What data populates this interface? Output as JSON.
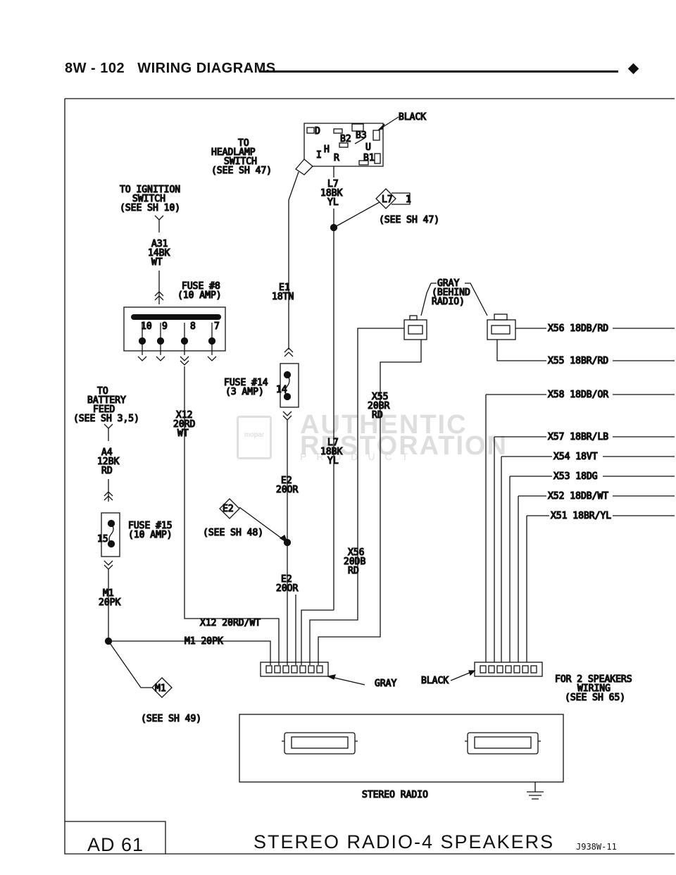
{
  "header": {
    "page": "8W - 102",
    "title": "WIRING DIAGRAMS"
  },
  "labels": {
    "to_headlamp": [
      "TO",
      "HEADLAMP",
      "SWITCH",
      "(SEE SH 47)"
    ],
    "to_ignition": [
      "TO IGNITION",
      "SWITCH",
      "(SEE SH 10)"
    ],
    "to_battery": [
      "TO",
      "BATTERY",
      "FEED",
      "(SEE SH 3,5)"
    ],
    "a31": [
      "A31",
      "14BK",
      "WT"
    ],
    "fuse8": [
      "FUSE #8",
      "(10 AMP)"
    ],
    "fuse14": [
      "FUSE #14",
      "(3 AMP)"
    ],
    "fuse15": [
      "FUSE #15",
      "(10 AMP)"
    ],
    "a4": [
      "A4",
      "12BK",
      "RD"
    ],
    "m1": [
      "M1",
      "20PK"
    ],
    "x12": [
      "X12",
      "20RD",
      "WT"
    ],
    "e1": [
      "E1",
      "18TN"
    ],
    "e2_upper": [
      "E2",
      "20OR"
    ],
    "e2_lower": [
      "E2",
      "20OR"
    ],
    "l7_top": [
      "L7",
      "18BK",
      "YL"
    ],
    "l7_mid": [
      "L7",
      "18BK",
      "YL"
    ],
    "x55": [
      "X55",
      "20BR",
      "RD"
    ],
    "x56": [
      "X56",
      "20DB",
      "RD"
    ],
    "black_top": "BLACK",
    "see47": "(SEE SH 47)",
    "see48": "(SEE SH 48)",
    "see49": "(SEE SH 49)",
    "gray_behind": [
      "GRAY",
      "(BEHIND",
      "RADIO)"
    ],
    "x12_bus": "X12 20RD/WT",
    "m1_bus": "M1 20PK",
    "gray": "GRAY",
    "black": "BLACK",
    "for2": [
      "FOR 2 SPEAKERS",
      "WIRING",
      "(SEE SH 65)"
    ],
    "stereo": "STEREO RADIO",
    "switch_pins": [
      "D",
      "B3",
      "B2",
      "U",
      "I",
      "H",
      "R",
      "B1"
    ],
    "fuse_block_nums": [
      "10",
      "9",
      "8",
      "7"
    ],
    "fuse14_num": "14",
    "fuse15_num": "15",
    "conn_l7": "L7",
    "conn_l7_pin": "1",
    "conn_e2": "E2",
    "conn_m1": "M1"
  },
  "right_wires": [
    "X56 18DB/RD",
    "X55 18BR/RD",
    "X58 18DB/OR",
    "X57 18BR/LB",
    "X54 18VT",
    "X53 18DG",
    "X52 18DB/WT",
    "X51 18BR/YL"
  ],
  "footer": {
    "code": "AD 61",
    "title": "STEREO RADIO-4 SPEAKERS",
    "id": "J938W-11"
  },
  "watermark": {
    "badge": "mopar",
    "line1": "AUTHENTIC",
    "line2": "RESTORATION",
    "line3": "PRODUCT"
  }
}
